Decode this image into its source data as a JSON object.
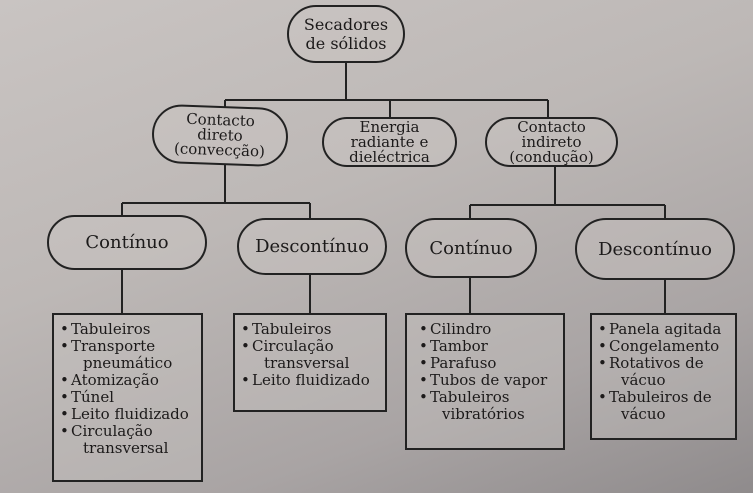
{
  "root": {
    "line1": "Secadores",
    "line2": "de sólidos"
  },
  "categories": [
    {
      "lines": [
        "Contacto",
        "direto",
        "(convecção)"
      ]
    },
    {
      "lines": [
        "Energia",
        "radiante e",
        "dieléctrica"
      ]
    },
    {
      "lines": [
        "Contacto",
        "indireto",
        "(condução)"
      ]
    }
  ],
  "modes": {
    "direct_continuous": "Contínuo",
    "direct_discontinuous": "Descontínuo",
    "indirect_continuous": "Contínuo",
    "indirect_discontinuous": "Descontínuo"
  },
  "lists": {
    "direct_continuous": [
      [
        "Tabuleiros"
      ],
      [
        "Transporte",
        "pneumático"
      ],
      [
        "Atomização"
      ],
      [
        "Túnel"
      ],
      [
        "Leito fluidizado"
      ],
      [
        "Circulação",
        "transversal"
      ]
    ],
    "direct_discontinuous": [
      [
        "Tabuleiros"
      ],
      [
        "Circulação",
        "transversal"
      ],
      [
        "Leito fluidizado"
      ]
    ],
    "indirect_continuous": [
      [
        "Cilindro"
      ],
      [
        "Tambor"
      ],
      [
        "Parafuso"
      ],
      [
        "Tubos de vapor"
      ],
      [
        "Tabuleiros",
        "vibratórios"
      ]
    ],
    "indirect_discontinuous": [
      [
        "Panela agitada"
      ],
      [
        "Congelamento"
      ],
      [
        "Rotativos de",
        "vácuo"
      ],
      [
        "Tabuleiros de",
        "vácuo"
      ]
    ]
  }
}
